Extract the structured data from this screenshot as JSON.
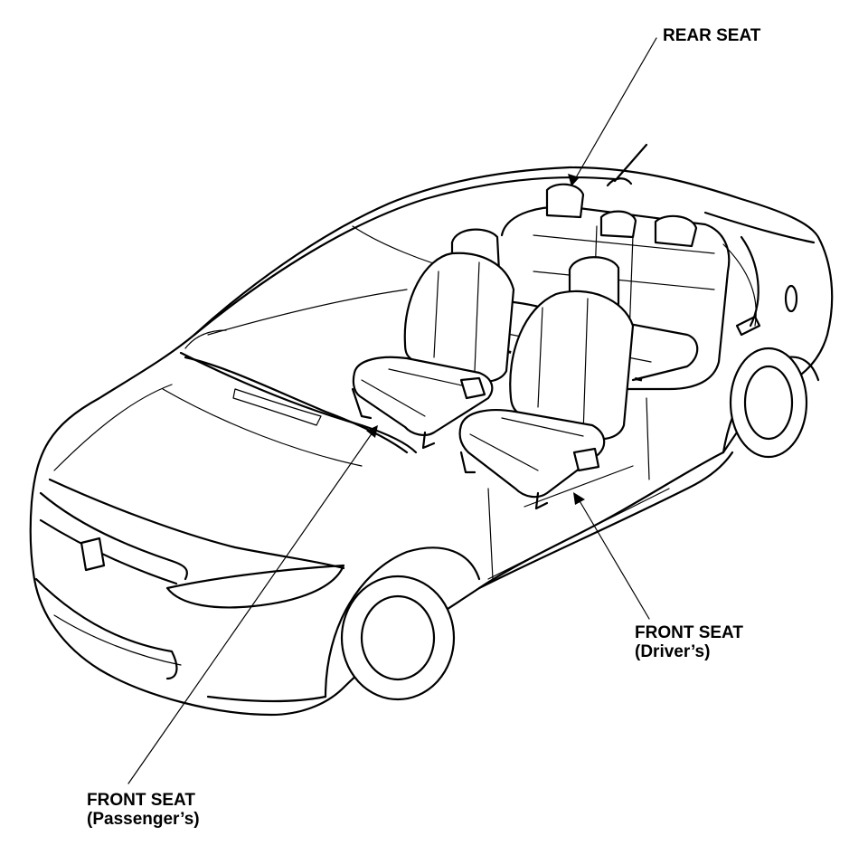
{
  "labels": {
    "rear_seat": "REAR SEAT",
    "front_seat_driver": "FRONT SEAT",
    "front_seat_driver_sub": "(Driver’s)",
    "front_seat_passenger": "FRONT SEAT",
    "front_seat_passenger_sub": "(Passenger’s)"
  },
  "colors": {
    "line": "#000000",
    "background": "#ffffff"
  }
}
